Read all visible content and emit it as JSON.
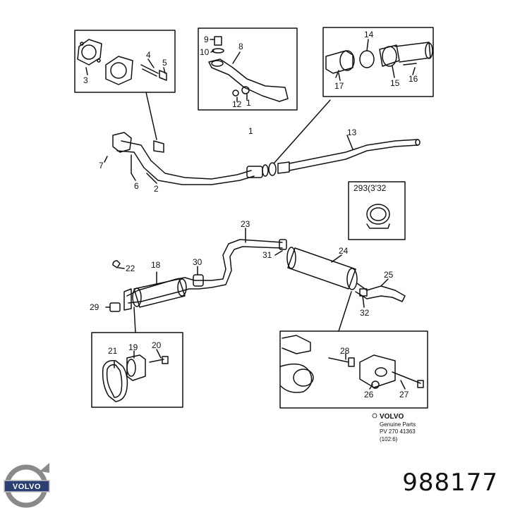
{
  "part_number": "988177",
  "brand": "VOLVO",
  "footer": {
    "brand": "VOLVO",
    "line1": "Genuine Parts",
    "line2": "PV  270  41363",
    "line3": "(102:6)"
  },
  "callouts": {
    "c1": "1",
    "c1b": "1",
    "c2": "2",
    "c3": "3",
    "c4": "4",
    "c5": "5",
    "c6": "6",
    "c7": "7",
    "c8": "8",
    "c9": "9",
    "c10": "10",
    "c12": "12",
    "c13": "13",
    "c14": "14",
    "c15": "15",
    "c16": "16",
    "c17": "17",
    "c18": "18",
    "c19": "19",
    "c20": "20",
    "c21": "21",
    "c22": "22",
    "c23": "23",
    "c24": "24",
    "c25": "25",
    "c26": "26",
    "c27": "27",
    "c28": "28",
    "c29": "29",
    "c30": "30",
    "c31": "31",
    "c32": "32",
    "c_clamp": "293(3'32"
  }
}
